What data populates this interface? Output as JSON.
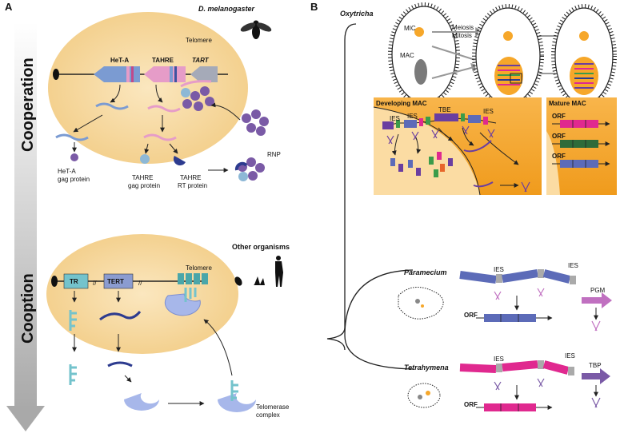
{
  "panels": {
    "a": "A",
    "b": "B"
  },
  "side_labels": {
    "cooperation": "Cooperation",
    "cooption": "Cooption"
  },
  "top": {
    "organism": "D. melanogaster",
    "telomere": "Telomere",
    "genes": [
      "HeT-A",
      "TAHRE",
      "TART"
    ],
    "products": {
      "heta_gag_1": "HeT-A",
      "heta_gag_2": "gag protein",
      "tahre_gag_1": "TAHRE",
      "tahre_gag_2": "gag protein",
      "tahre_rt_1": "TAHRE",
      "tahre_rt_2": "RT protein",
      "rnp": "RNP"
    }
  },
  "bottom": {
    "organisms": "Other organisms",
    "telomere": "Telomere",
    "tr": "TR",
    "tert": "TERT",
    "complex_1": "Telomerase",
    "complex_2": "complex"
  },
  "oxytricha": {
    "name": "Oxytricha",
    "mic": "MIC",
    "mac": "MAC",
    "meiosis": "Meiosis",
    "mitosis": "Mitosis",
    "developing": "Developing MAC",
    "mature": "Mature MAC",
    "ies": "IES",
    "tbe": "TBE",
    "orf": "ORF"
  },
  "paramecium": {
    "name": "Paramecium",
    "ies": "IES",
    "pgm": "PGM",
    "orf": "ORF"
  },
  "tetrahymena": {
    "name": "Tetrahymena",
    "ies": "IES",
    "tbp": "TBP",
    "orf": "ORF"
  },
  "colors": {
    "cell": "#f7d79a",
    "mac_orange": "#f6a72a",
    "heta": "#7b9bd2",
    "tahre": "#e69cc8",
    "tart": "#a5aab8",
    "teal": "#74c3cc",
    "navy": "#2d3b8f",
    "mag": "#e0298f",
    "purple": "#6a3ea0"
  }
}
